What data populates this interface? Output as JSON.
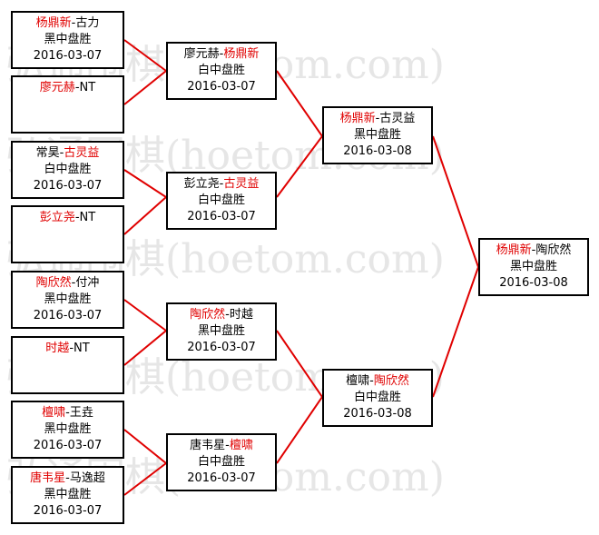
{
  "colors": {
    "winner": "#e00000",
    "connector": "#e00000",
    "border": "#000000",
    "watermark": "#e6e6e6"
  },
  "watermark": {
    "lines": [
      "弘通围棋(hoetom.com)",
      "弘通围棋(hoetom.com)",
      "弘通围棋(hoetom.com)",
      "弘通围棋(hoetom.com)",
      "弘通围棋(hoetom.com)"
    ]
  },
  "matches": [
    {
      "id": "r1-1",
      "p1": "杨鼎新",
      "sep": "-",
      "p2": "古力",
      "winner": 1,
      "result": "黑中盘胜",
      "date": "2016-03-07"
    },
    {
      "id": "r1-2",
      "p1": "廖元赫",
      "sep": "-",
      "p2": "NT",
      "winner": 1,
      "result": "",
      "date": ""
    },
    {
      "id": "r1-3",
      "p1": "常昊",
      "sep": "-",
      "p2": "古灵益",
      "winner": 2,
      "result": "白中盘胜",
      "date": "2016-03-07"
    },
    {
      "id": "r1-4",
      "p1": "彭立尧",
      "sep": "-",
      "p2": "NT",
      "winner": 1,
      "result": "",
      "date": ""
    },
    {
      "id": "r1-5",
      "p1": "陶欣然",
      "sep": "-",
      "p2": "付冲",
      "winner": 1,
      "result": "黑中盘胜",
      "date": "2016-03-07"
    },
    {
      "id": "r1-6",
      "p1": "时越",
      "sep": "-",
      "p2": "NT",
      "winner": 1,
      "result": "",
      "date": ""
    },
    {
      "id": "r1-7",
      "p1": "檀啸",
      "sep": "-",
      "p2": "王垚",
      "winner": 1,
      "result": "黑中盘胜",
      "date": "2016-03-07"
    },
    {
      "id": "r1-8",
      "p1": "唐韦星",
      "sep": "-",
      "p2": "马逸超",
      "winner": 1,
      "result": "黑中盘胜",
      "date": "2016-03-07"
    },
    {
      "id": "r2-1",
      "p1": "廖元赫",
      "sep": "-",
      "p2": "杨鼎新",
      "winner": 2,
      "result": "白中盘胜",
      "date": "2016-03-07"
    },
    {
      "id": "r2-2",
      "p1": "彭立尧",
      "sep": "-",
      "p2": "古灵益",
      "winner": 2,
      "result": "白中盘胜",
      "date": "2016-03-07"
    },
    {
      "id": "r2-3",
      "p1": "陶欣然",
      "sep": "-",
      "p2": "时越",
      "winner": 1,
      "result": "黑中盘胜",
      "date": "2016-03-07"
    },
    {
      "id": "r2-4",
      "p1": "唐韦星",
      "sep": "-",
      "p2": "檀啸",
      "winner": 2,
      "result": "白中盘胜",
      "date": "2016-03-07"
    },
    {
      "id": "r3-1",
      "p1": "杨鼎新",
      "sep": "-",
      "p2": "古灵益",
      "winner": 1,
      "result": "黑中盘胜",
      "date": "2016-03-08"
    },
    {
      "id": "r3-2",
      "p1": "檀啸",
      "sep": "-",
      "p2": "陶欣然",
      "winner": 2,
      "result": "白中盘胜",
      "date": "2016-03-08"
    },
    {
      "id": "r4-1",
      "p1": "杨鼎新",
      "sep": "-",
      "p2": "陶欣然",
      "winner": 1,
      "result": "黑中盘胜",
      "date": "2016-03-08"
    }
  ]
}
